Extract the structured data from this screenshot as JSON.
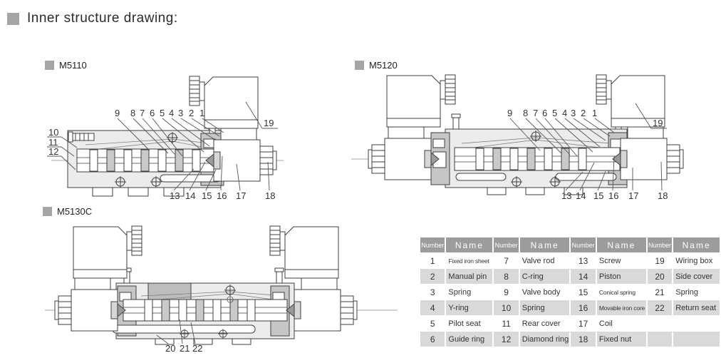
{
  "page": {
    "title": "Inner structure drawing:"
  },
  "figures": {
    "m5110": {
      "label": "M5110",
      "top_callouts": [
        "9",
        "8",
        "7",
        "6",
        "5",
        "4",
        "3",
        "2",
        "1"
      ],
      "left_callouts": [
        "10",
        "11",
        "12"
      ],
      "bottom_callouts": [
        "13",
        "14",
        "15",
        "16",
        "17",
        "18"
      ],
      "right_callout": "19"
    },
    "m5120": {
      "label": "M5120",
      "top_callouts": [
        "9",
        "8",
        "7",
        "6",
        "5",
        "4",
        "3",
        "2",
        "1"
      ],
      "bottom_callouts": [
        "13",
        "14",
        "15",
        "16",
        "17",
        "18"
      ],
      "right_callout": "19"
    },
    "m5130c": {
      "label": "M5130C",
      "bottom_callouts": [
        "20",
        "21",
        "22"
      ]
    }
  },
  "parts_table": {
    "headers": [
      "Number",
      "Name",
      "Number",
      "Name",
      "Number",
      "Name",
      "Number",
      "Name"
    ],
    "rows": [
      [
        "1",
        "Fixed iron sheet",
        "7",
        "Valve rod",
        "13",
        "Screw",
        "19",
        "Wiring box"
      ],
      [
        "2",
        "Manual pin",
        "8",
        "C-ring",
        "14",
        "Piston",
        "20",
        "Side cover"
      ],
      [
        "3",
        "Spring",
        "9",
        "Valve body",
        "15",
        "Conical spring",
        "21",
        "Spring"
      ],
      [
        "4",
        "Y-ring",
        "10",
        "Spring",
        "16",
        "Movable iron core",
        "22",
        "Return seat"
      ],
      [
        "5",
        "Pilot seat",
        "11",
        "Rear cover",
        "17",
        "Coil",
        "",
        ""
      ],
      [
        "6",
        "Guide ring",
        "12",
        "Diamond ring",
        "18",
        "Fixed nut",
        "",
        ""
      ]
    ]
  },
  "colors": {
    "accent_gray": "#a5a5a5",
    "table_header_bg": "#9c9c9c",
    "row_shade_bg": "#d9d9d9",
    "drawing_line": "#3f3f3f",
    "body_fill": "#ececec",
    "pilot_fill": "#c6c6c6"
  }
}
